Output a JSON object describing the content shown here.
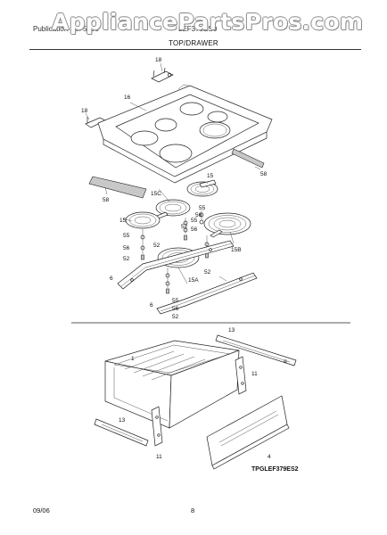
{
  "header": {
    "publication": "Publication No. 5995",
    "model": "LEF379ES0",
    "watermark": "AppliancePartsPros.com"
  },
  "title": "TOP/DRAWER",
  "diagram_code": "TPGLEF379ES2",
  "footer": {
    "date": "09/06",
    "page": "8"
  },
  "callouts": [
    "18",
    "16",
    "18",
    "15",
    "58",
    "15C",
    "58",
    "55",
    "56",
    "52",
    "15",
    "55",
    "56",
    "52",
    "55",
    "56",
    "52",
    "15B",
    "52",
    "6",
    "15A",
    "55",
    "56",
    "52",
    "6",
    "13",
    "1",
    "11",
    "13",
    "11",
    "4"
  ]
}
